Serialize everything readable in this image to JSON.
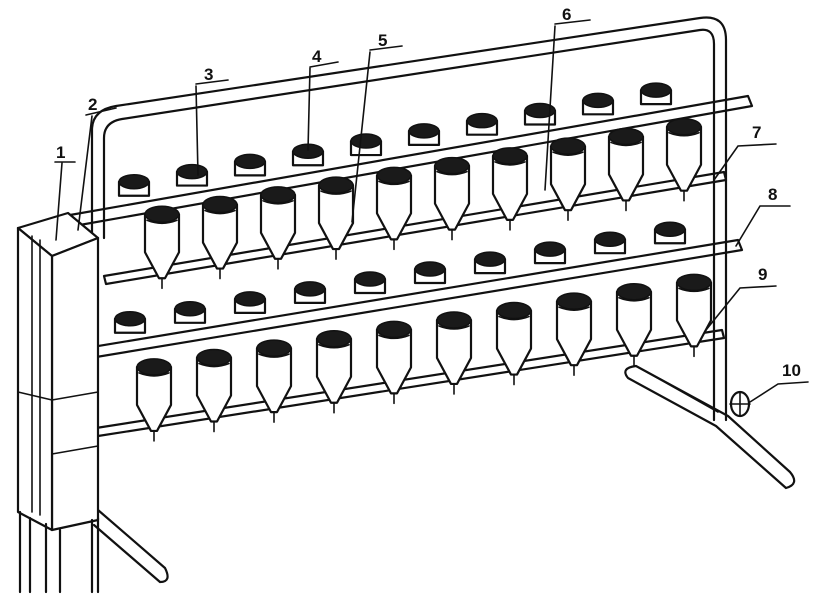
{
  "figure": {
    "labels": [
      {
        "id": "1",
        "text": "1"
      },
      {
        "id": "2",
        "text": "2"
      },
      {
        "id": "3",
        "text": "3"
      },
      {
        "id": "4",
        "text": "4"
      },
      {
        "id": "5",
        "text": "5"
      },
      {
        "id": "6",
        "text": "6"
      },
      {
        "id": "7",
        "text": "7"
      },
      {
        "id": "8",
        "text": "8"
      },
      {
        "id": "9",
        "text": "9"
      },
      {
        "id": "10",
        "text": "10"
      }
    ],
    "colors": {
      "ink": "#111111",
      "paper": "#ffffff"
    }
  }
}
